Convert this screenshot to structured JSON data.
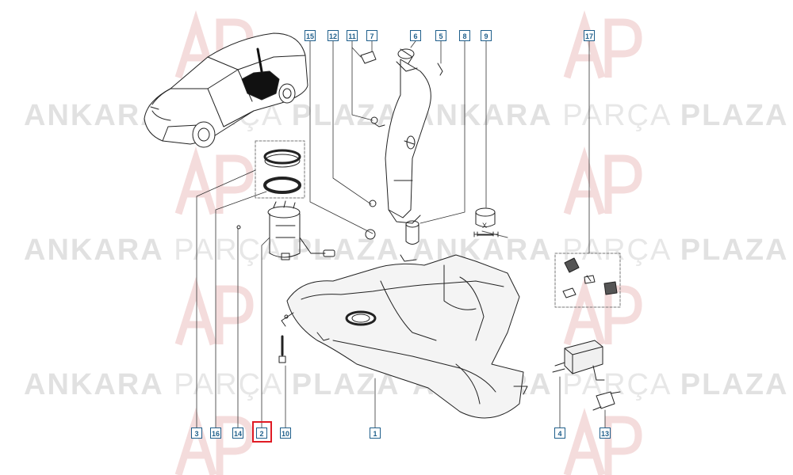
{
  "watermark": {
    "word1": "ANKARA",
    "word2": "PARÇA",
    "word3": "PLAZA",
    "logo_glyph": "AP",
    "logo_color": "#e8a5a5"
  },
  "colors": {
    "callout_border": "#1f5f8b",
    "highlight": "#e01b24",
    "line": "#222222"
  },
  "callouts_top": [
    "15",
    "12",
    "11",
    "7",
    "6",
    "5",
    "8",
    "9",
    "17"
  ],
  "callouts_bottom": [
    "3",
    "16",
    "14",
    "2",
    "10",
    "1",
    "4",
    "13"
  ],
  "selected_callout": "2",
  "dimension_label": "X"
}
